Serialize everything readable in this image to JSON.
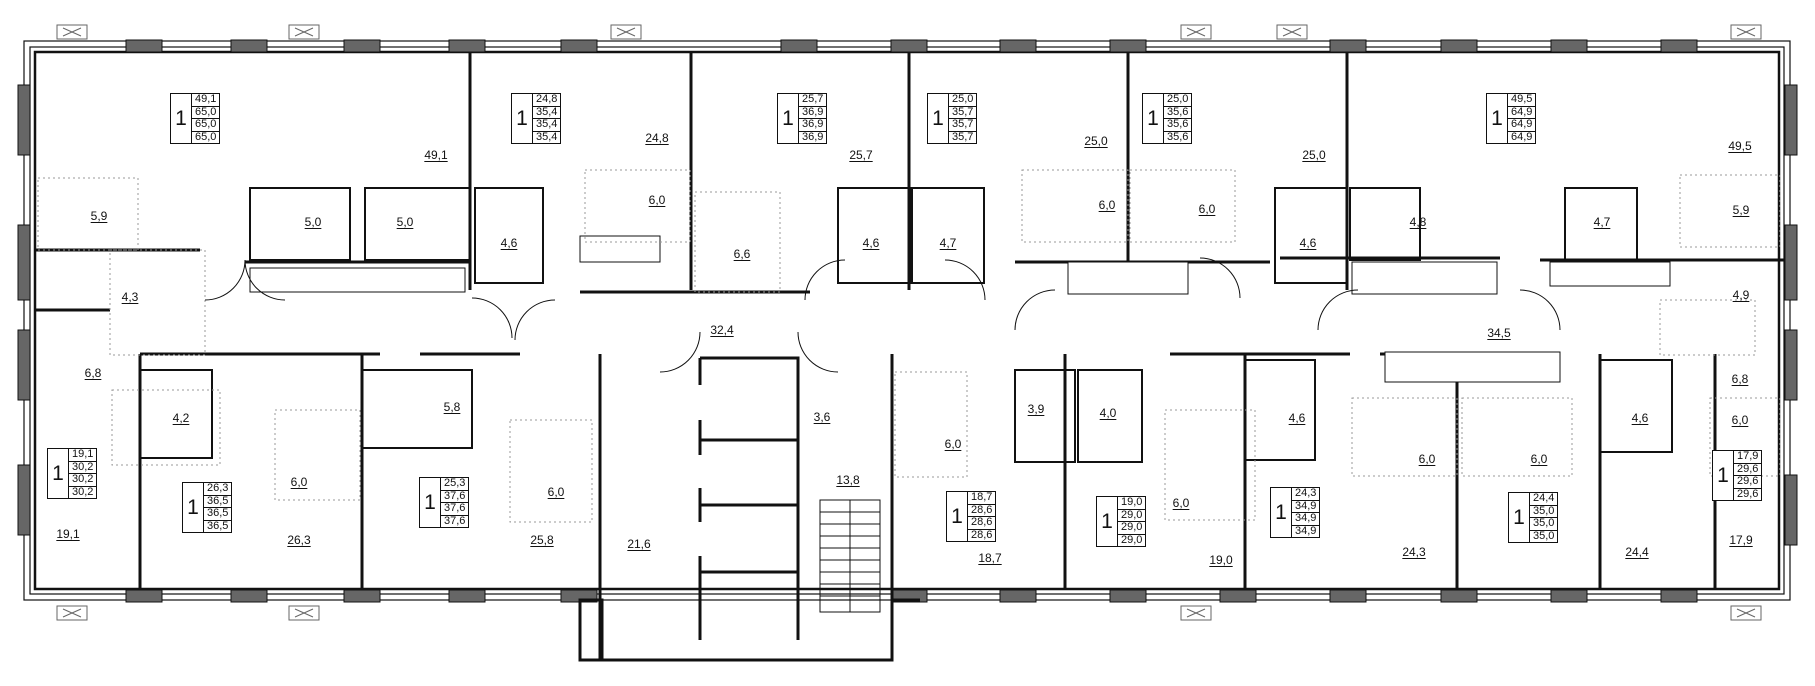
{
  "colors": {
    "wall": "#111111",
    "dashed": "#999999",
    "window": "#555555",
    "fixture": "#bbbbbb"
  },
  "apartments": [
    {
      "id": "a1",
      "rooms": "1",
      "areas": [
        "49,1",
        "65,0",
        "65,0",
        "65,0"
      ]
    },
    {
      "id": "a2",
      "rooms": "1",
      "areas": [
        "24,8",
        "35,4",
        "35,4",
        "35,4"
      ]
    },
    {
      "id": "a3",
      "rooms": "1",
      "areas": [
        "25,7",
        "36,9",
        "36,9",
        "36,9"
      ]
    },
    {
      "id": "a4",
      "rooms": "1",
      "areas": [
        "25,0",
        "35,7",
        "35,7",
        "35,7"
      ]
    },
    {
      "id": "a5",
      "rooms": "1",
      "areas": [
        "25,0",
        "35,6",
        "35,6",
        "35,6"
      ]
    },
    {
      "id": "a6",
      "rooms": "1",
      "areas": [
        "49,5",
        "64,9",
        "64,9",
        "64,9"
      ]
    },
    {
      "id": "a7",
      "rooms": "1",
      "areas": [
        "19,1",
        "30,2",
        "30,2",
        "30,2"
      ]
    },
    {
      "id": "a8",
      "rooms": "1",
      "areas": [
        "26,3",
        "36,5",
        "36,5",
        "36,5"
      ]
    },
    {
      "id": "a9",
      "rooms": "1",
      "areas": [
        "25,3",
        "37,6",
        "37,6",
        "37,6"
      ]
    },
    {
      "id": "a10",
      "rooms": "1",
      "areas": [
        "18,7",
        "28,6",
        "28,6",
        "28,6"
      ]
    },
    {
      "id": "a11",
      "rooms": "1",
      "areas": [
        "19,0",
        "29,0",
        "29,0",
        "29,0"
      ]
    },
    {
      "id": "a12",
      "rooms": "1",
      "areas": [
        "24,3",
        "34,9",
        "34,9",
        "34,9"
      ]
    },
    {
      "id": "a13",
      "rooms": "1",
      "areas": [
        "24,4",
        "35,0",
        "35,0",
        "35,0"
      ]
    },
    {
      "id": "a14",
      "rooms": "1",
      "areas": [
        "17,9",
        "29,6",
        "29,6",
        "29,6"
      ]
    }
  ],
  "room_labels": [
    "49,1",
    "24,8",
    "25,7",
    "25,0",
    "25,0",
    "49,5",
    "5,9",
    "5,0",
    "5,0",
    "4,6",
    "6,0",
    "6,6",
    "4,6",
    "4,7",
    "6,0",
    "6,0",
    "4,6",
    "4,8",
    "4,7",
    "5,9",
    "4,3",
    "32,4",
    "34,5",
    "4,9",
    "6,8",
    "4,2",
    "5,8",
    "3,6",
    "3,9",
    "4,0",
    "4,6",
    "4,6",
    "6,8",
    "6,0",
    "6,0",
    "6,0",
    "6,0",
    "6,0",
    "6,0",
    "6,0",
    "13,8",
    "21,6",
    "19,1",
    "26,3",
    "25,8",
    "18,7",
    "19,0",
    "24,3",
    "24,4",
    "17,9"
  ]
}
